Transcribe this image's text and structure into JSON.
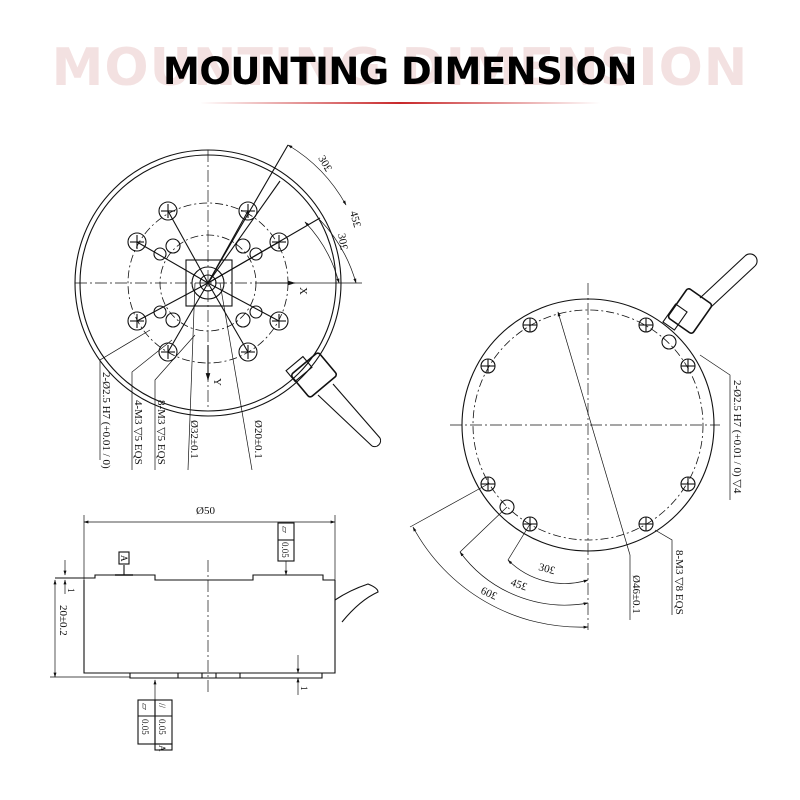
{
  "header": {
    "title": "MOUNTING DIMENSION",
    "title_shadow": "MOUNTING DIMENSION",
    "accent_color": "#c8282a"
  },
  "top_view": {
    "axis_x": "X",
    "axis_y": "Y",
    "angles": [
      "30£",
      "45£",
      "30£"
    ],
    "callouts": {
      "pin_hole": "2-Ø2.5 H7 (+0.01 / 0)",
      "thread_4": "4-M3 ▽5 EQS",
      "thread_8": "8-M3 ▽5 EQS",
      "dia_32": "Ø32±0.1",
      "dia_20": "Ø20±0.1"
    }
  },
  "bottom_view": {
    "callouts": {
      "pin_hole": "2-Ø2.5 H7 (+0.01 / 0) ▽4",
      "thread_8": "8-M3 ▽8 EQS",
      "dia_46": "Ø46±0.1"
    },
    "angles": [
      "30£",
      "45£",
      "60£"
    ]
  },
  "side_view": {
    "diameter": "Ø50",
    "height": "20±0.2",
    "step_top": "1",
    "step_bottom": "1",
    "datum": "A",
    "flatness_top": "0.05",
    "flatness_bottom": "0.05",
    "parallelism": "0.05",
    "parallelism_datum": "A",
    "flatness_symbol": "▱",
    "parallel_symbol": "//"
  }
}
